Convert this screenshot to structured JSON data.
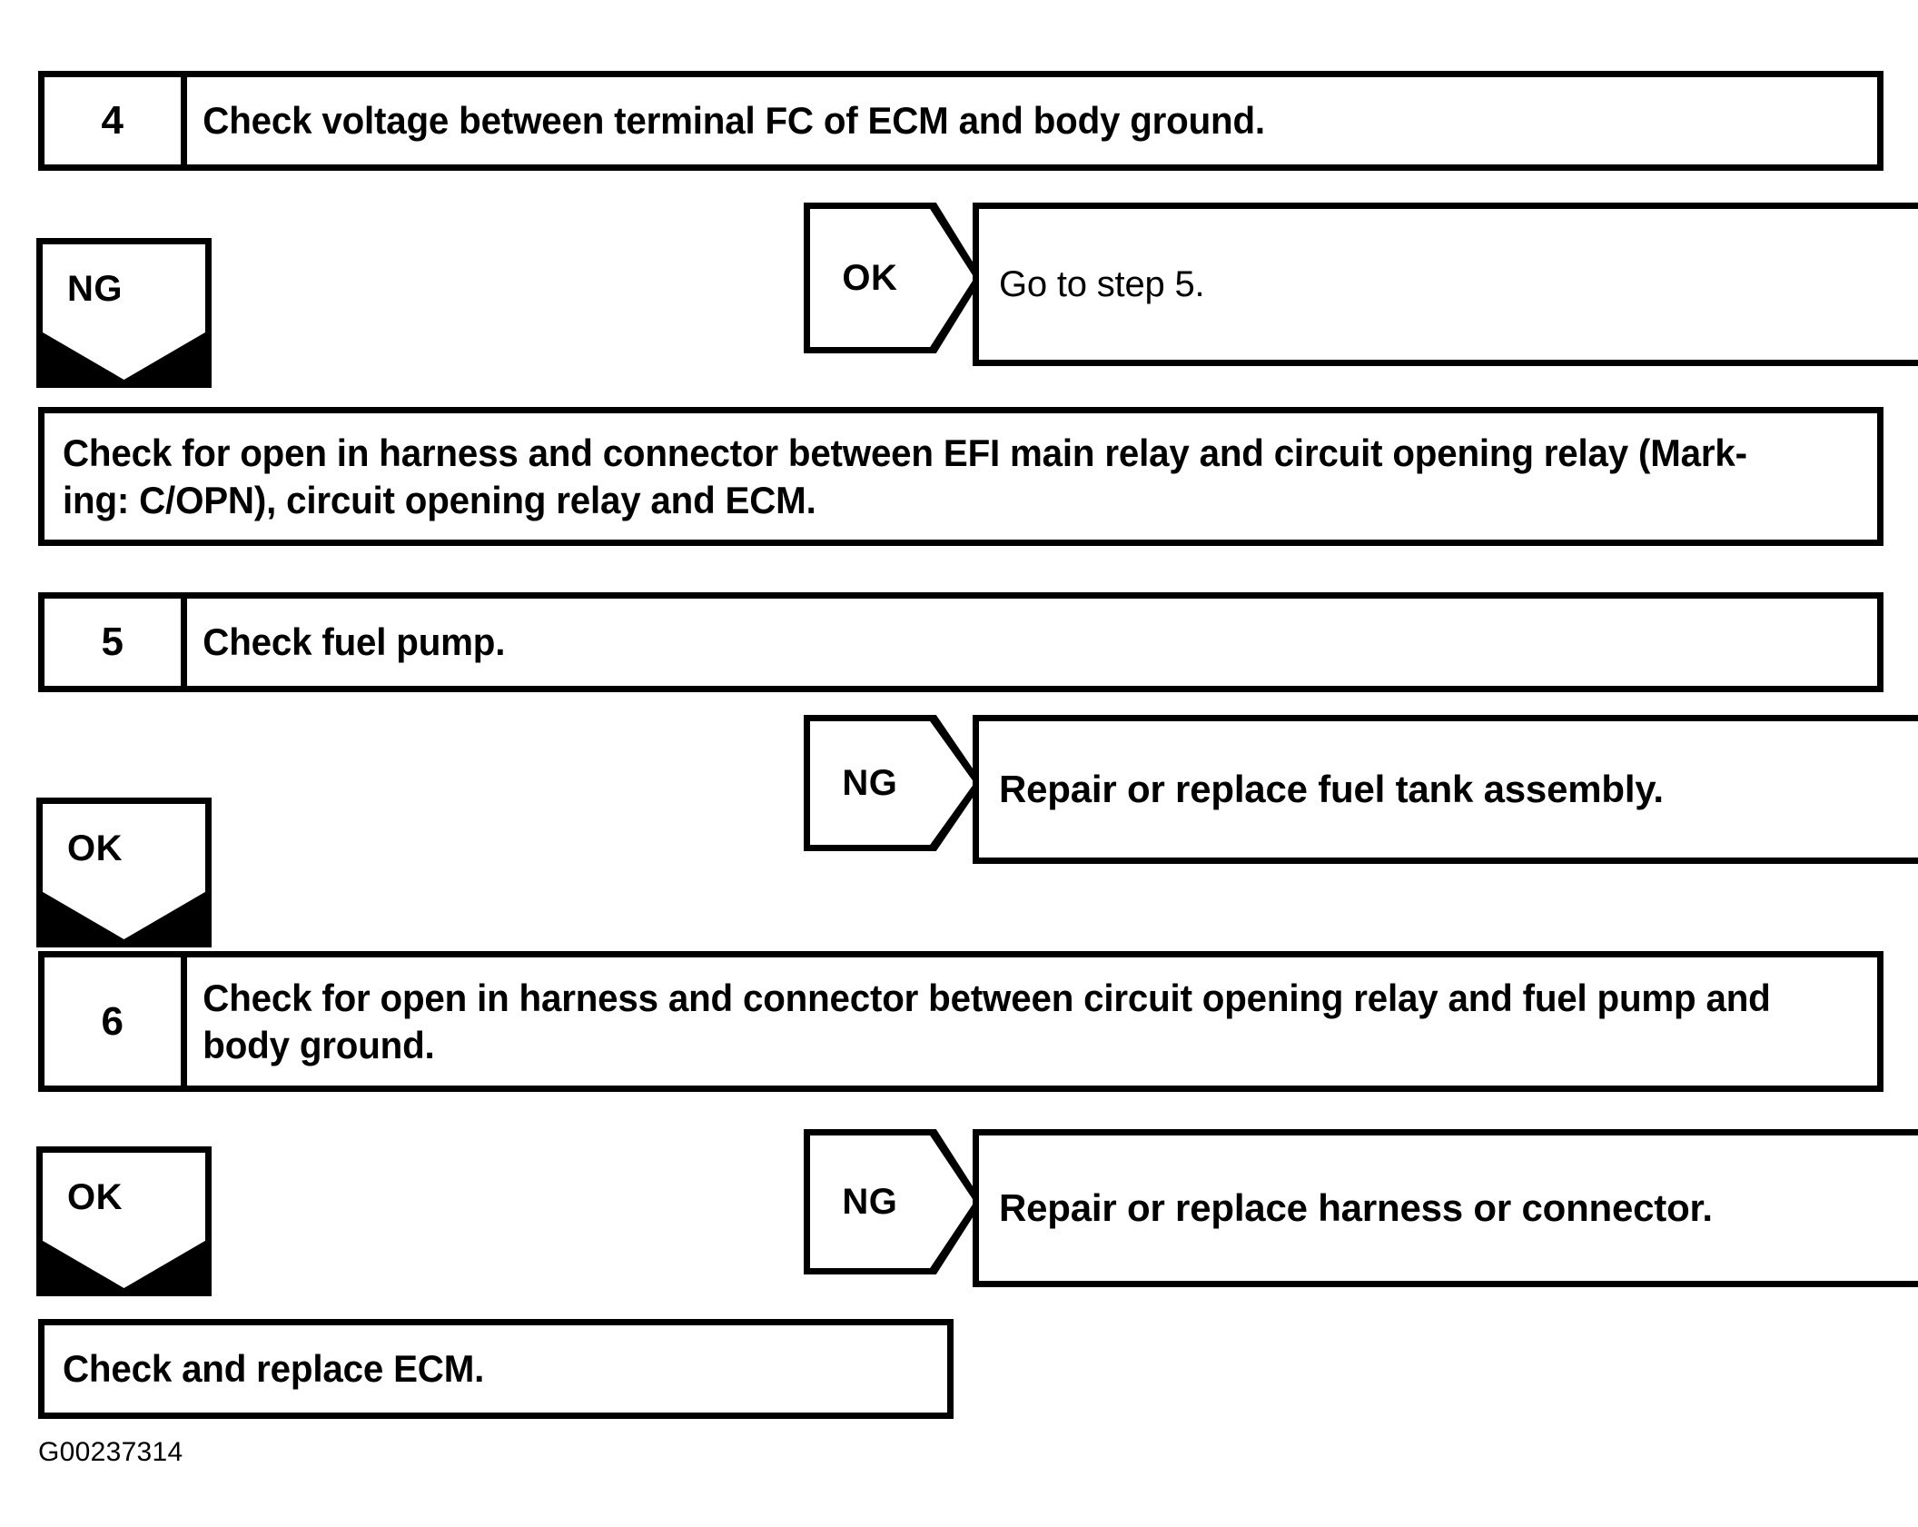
{
  "document": {
    "type": "diagnostic-flowchart",
    "figure_id": "G00237314",
    "ink_color": "#000000",
    "background_color": "#ffffff"
  },
  "steps": [
    {
      "number": "4",
      "text": "Check voltage between terminal FC of ECM and body ground."
    },
    {
      "number": "5",
      "text": "Check fuel pump."
    },
    {
      "number": "6",
      "text": "Check for open in harness and connector between circuit opening relay and fuel pump and body ground."
    }
  ],
  "branches": [
    {
      "down_label": "NG",
      "side_label": "OK",
      "side_result": "Go to step 5."
    },
    {
      "down_label": "OK",
      "side_label": "NG",
      "side_result": "Repair or replace fuel tank assembly."
    },
    {
      "down_label": "OK",
      "side_label": "NG",
      "side_result": "Repair or replace harness or connector."
    }
  ],
  "action_blocks": [
    {
      "line1": "Check for open in harness and connector between EFI main relay and circuit opening relay (Mark-",
      "line2": "ing: C/OPN), circuit opening relay and ECM."
    },
    {
      "line1": "Check and replace ECM."
    }
  ]
}
